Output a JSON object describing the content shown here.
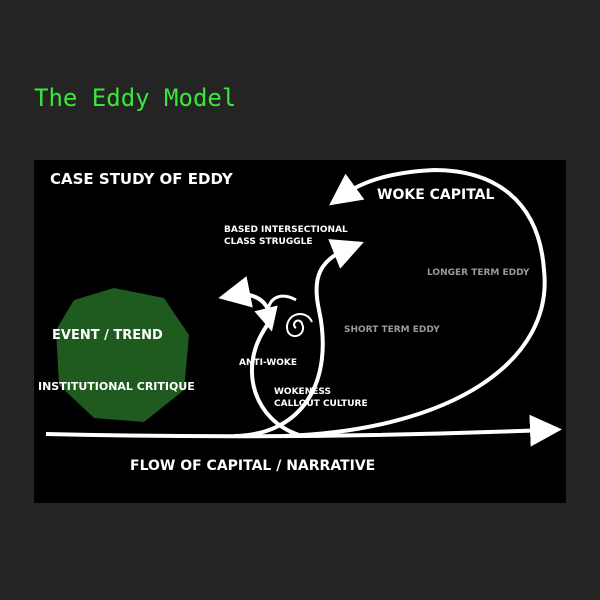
{
  "page": {
    "title": "The Eddy Model"
  },
  "diagram": {
    "heading": "CASE STUDY OF EDDY",
    "labels": {
      "woke_capital": "WOKE CAPITAL",
      "based": "BASED INTERSECTIONAL",
      "based2": "CLASS STRUGGLE",
      "longer": "LONGER TERM EDDY",
      "short": "SHORT TERM EDDY",
      "event": "EVENT / TREND",
      "institutional": "INSTITUTIONAL CRITIQUE",
      "antiwoke": "ANTI-WOKE",
      "wokeness": "WOKENESS",
      "callout": "CALLOUT CULTURE",
      "flow": "FLOW OF CAPITAL / NARRATIVE"
    },
    "colors": {
      "accent": "#3be63b",
      "blob": "#1f5a1f"
    }
  }
}
